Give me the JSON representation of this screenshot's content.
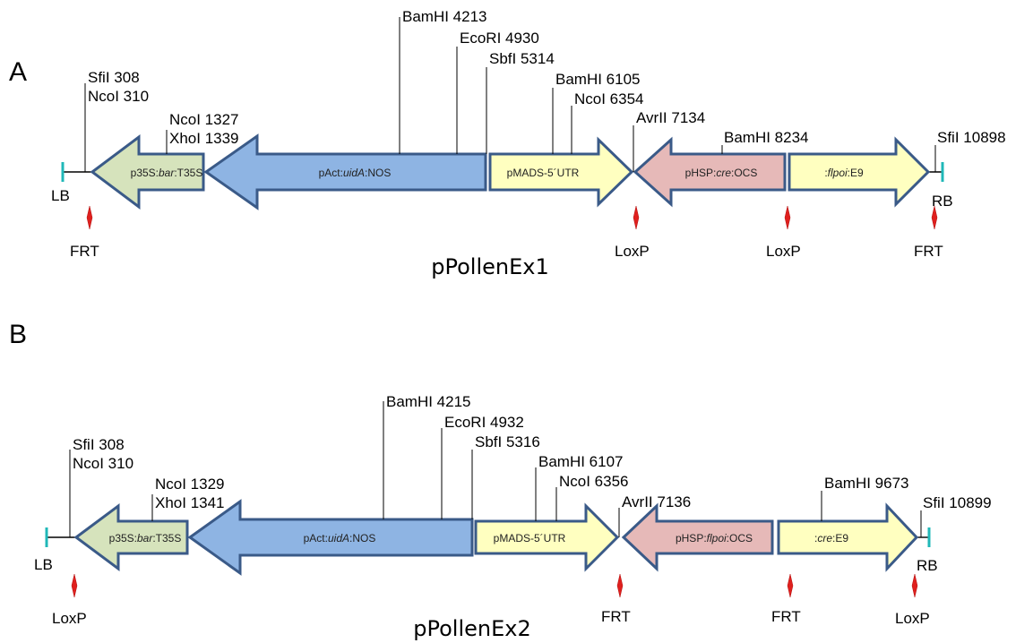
{
  "colors": {
    "green_element": "#d6e3bc",
    "blue_element": "#8eb4e3",
    "yellow_element": "#ffffc0",
    "pink_element": "#e6b9b8",
    "arrow_outline": "#3a5a88",
    "border_cap": "#20b8b8",
    "recombination_site": "#e0201e"
  },
  "panels": [
    {
      "letter": "A",
      "name": "pPollenEx1",
      "left_border": "LB",
      "right_border": "RB",
      "sites": [
        {
          "lines": [
            "SfiI 308",
            "NcoI 310"
          ]
        },
        {
          "lines": [
            "NcoI 1327",
            "XhoI 1339"
          ]
        },
        {
          "lines": [
            "BamHI 4213"
          ]
        },
        {
          "lines": [
            "EcoRI 4930"
          ]
        },
        {
          "lines": [
            "SbfI 5314"
          ]
        },
        {
          "lines": [
            "BamHI 6105"
          ]
        },
        {
          "lines": [
            "NcoI 6354"
          ]
        },
        {
          "lines": [
            "AvrII 7134"
          ]
        },
        {
          "lines": [
            "BamHI 8234"
          ]
        },
        {
          "lines": [
            "SfiI 10898"
          ]
        }
      ],
      "elements": [
        {
          "pre": "p35S:",
          "mid": "bar",
          "post": ":T35S"
        },
        {
          "pre": "pAct:",
          "mid": "uidA",
          "post": ":NOS"
        },
        {
          "pre": "pMADS-5´UTR",
          "mid": "",
          "post": ""
        },
        {
          "pre": "pHSP:",
          "mid": "cre",
          "post": ":OCS"
        },
        {
          "pre": ":",
          "mid": "flpoi",
          "post": ":E9"
        }
      ],
      "recomb_sites": [
        "FRT",
        "LoxP",
        "LoxP",
        "FRT"
      ]
    },
    {
      "letter": "B",
      "name": "pPollenEx2",
      "left_border": "LB",
      "right_border": "RB",
      "sites": [
        {
          "lines": [
            "SfiI 308",
            "NcoI 310"
          ]
        },
        {
          "lines": [
            "NcoI 1329",
            "XhoI 1341"
          ]
        },
        {
          "lines": [
            "BamHI 4215"
          ]
        },
        {
          "lines": [
            "EcoRI 4932"
          ]
        },
        {
          "lines": [
            "SbfI 5316"
          ]
        },
        {
          "lines": [
            "BamHI 6107"
          ]
        },
        {
          "lines": [
            "NcoI 6356"
          ]
        },
        {
          "lines": [
            "AvrII 7136"
          ]
        },
        {
          "lines": [
            "BamHI 9673"
          ]
        },
        {
          "lines": [
            "SfiI 10899"
          ]
        }
      ],
      "elements": [
        {
          "pre": "p35S:",
          "mid": "bar",
          "post": ":T35S"
        },
        {
          "pre": "pAct:",
          "mid": "uidA",
          "post": ":NOS"
        },
        {
          "pre": "pMADS-5´UTR",
          "mid": "",
          "post": ""
        },
        {
          "pre": "pHSP:",
          "mid": "flpoi",
          "post": ":OCS"
        },
        {
          "pre": ":",
          "mid": "cre",
          "post": ":E9"
        }
      ],
      "recomb_sites": [
        "LoxP",
        "FRT",
        "FRT",
        "LoxP"
      ]
    }
  ]
}
